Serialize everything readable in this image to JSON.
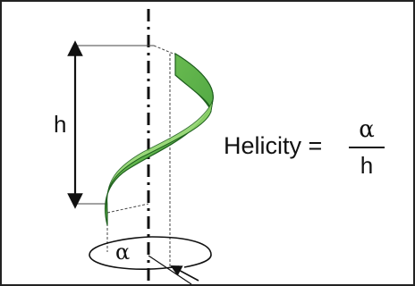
{
  "labels": {
    "height": "h",
    "angle": "α"
  },
  "formula": {
    "lhs": "Helicity =",
    "numerator": "α",
    "denominator": "h"
  },
  "colors": {
    "ribbon_light": "#7cc95a",
    "ribbon_dark": "#2f8a2f",
    "ribbon_edge": "#1f5f1f",
    "line": "#111111",
    "guide": "#444444"
  }
}
